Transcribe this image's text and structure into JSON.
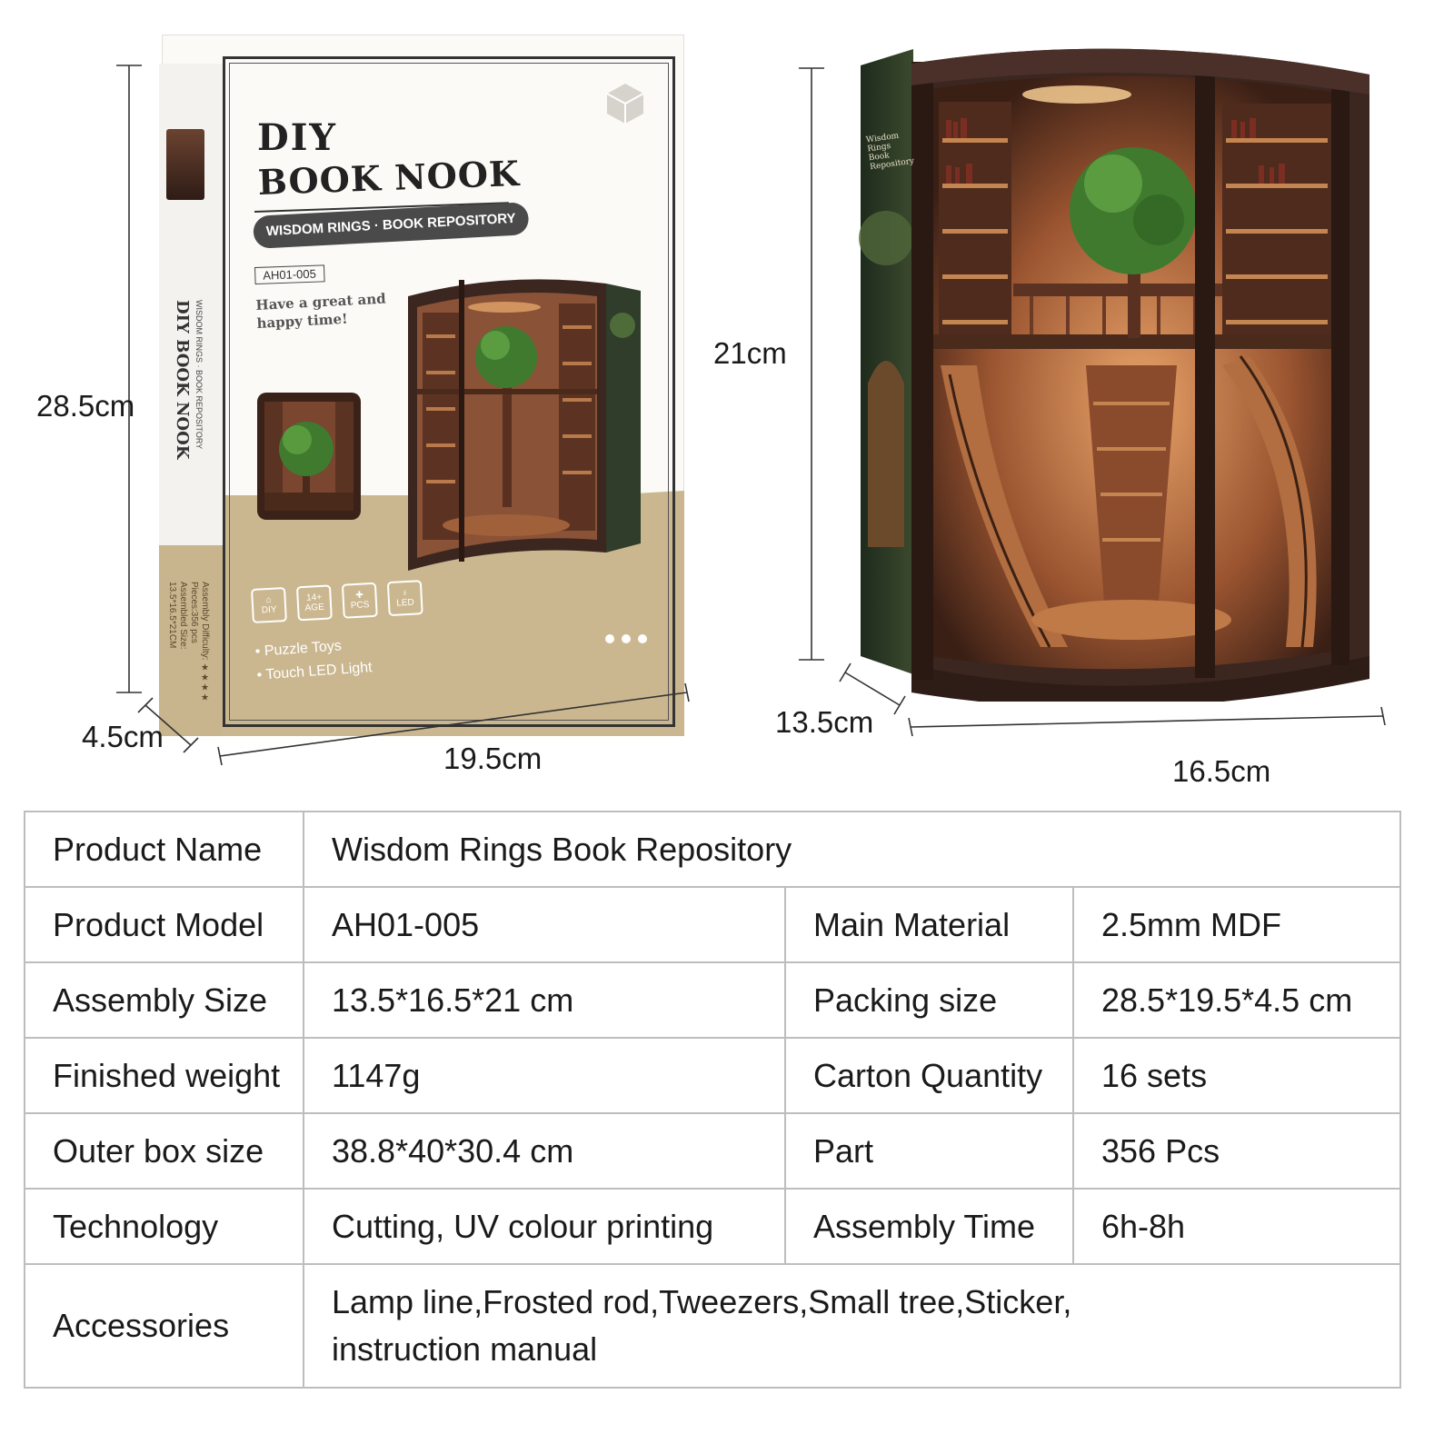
{
  "box": {
    "title_line1": "DIY",
    "title_line2": "BOOK NOOK",
    "subtitle": "WISDOM RINGS · BOOK REPOSITORY",
    "model": "AH01-005",
    "tagline_1": "Have a great and",
    "tagline_2": "happy time!",
    "spine_title": "DIY BOOK NOOK",
    "spine_subtitle": "WISDOM RINGS · BOOK REPOSITORY",
    "icons": [
      {
        "name": "diy-icon",
        "label": "DIY",
        "glyph": "⌂"
      },
      {
        "name": "age-icon",
        "label": "AGE",
        "glyph": "14+"
      },
      {
        "name": "pcs-icon",
        "label": "PCS",
        "glyph": "✚"
      },
      {
        "name": "led-icon",
        "label": "LED",
        "glyph": "♁"
      }
    ],
    "bullets": [
      "Puzzle Toys",
      "Touch LED Light"
    ],
    "side_info": [
      "Assembly Difficulty: ★★★★",
      "Pieces:356 pcs",
      "Assembled Size:",
      "13.5*16.5*21CM"
    ]
  },
  "dimensions": {
    "box_height": "28.5cm",
    "box_depth": "4.5cm",
    "box_width": "19.5cm",
    "model_height": "21cm",
    "model_depth": "13.5cm",
    "model_width": "16.5cm"
  },
  "model_sign": {
    "line1": "Wisdom Rings",
    "line2": "Book Repository"
  },
  "colors": {
    "wood": "#3b2620",
    "warm_light": "#f0b070",
    "tree": "#3f7a2e",
    "box_tan": "#cbb78f",
    "table_border": "#bdbdbd"
  },
  "specs": {
    "product_name": {
      "label": "Product Name",
      "value": "Wisdom Rings  Book Repository"
    },
    "rows": [
      {
        "l1": "Product Model",
        "v1": "AH01-005",
        "l2": "Main Material",
        "v2": "2.5mm MDF"
      },
      {
        "l1": "Assembly Size",
        "v1": "13.5*16.5*21 cm",
        "l2": "Packing size",
        "v2": "28.5*19.5*4.5 cm"
      },
      {
        "l1": "Finished weight",
        "v1": "1147g",
        "l2": "Carton Quantity",
        "v2": "16 sets"
      },
      {
        "l1": "Outer box size",
        "v1": "38.8*40*30.4 cm",
        "l2": "Part",
        "v2": "356 Pcs"
      },
      {
        "l1": "Technology",
        "v1": "Cutting, UV colour printing",
        "l2": "Assembly Time",
        "v2": "6h-8h"
      }
    ],
    "accessories": {
      "label": "Accessories",
      "value_line1": "Lamp line,Frosted rod,Tweezers,Small tree,Sticker,",
      "value_line2": "instruction manual"
    }
  }
}
